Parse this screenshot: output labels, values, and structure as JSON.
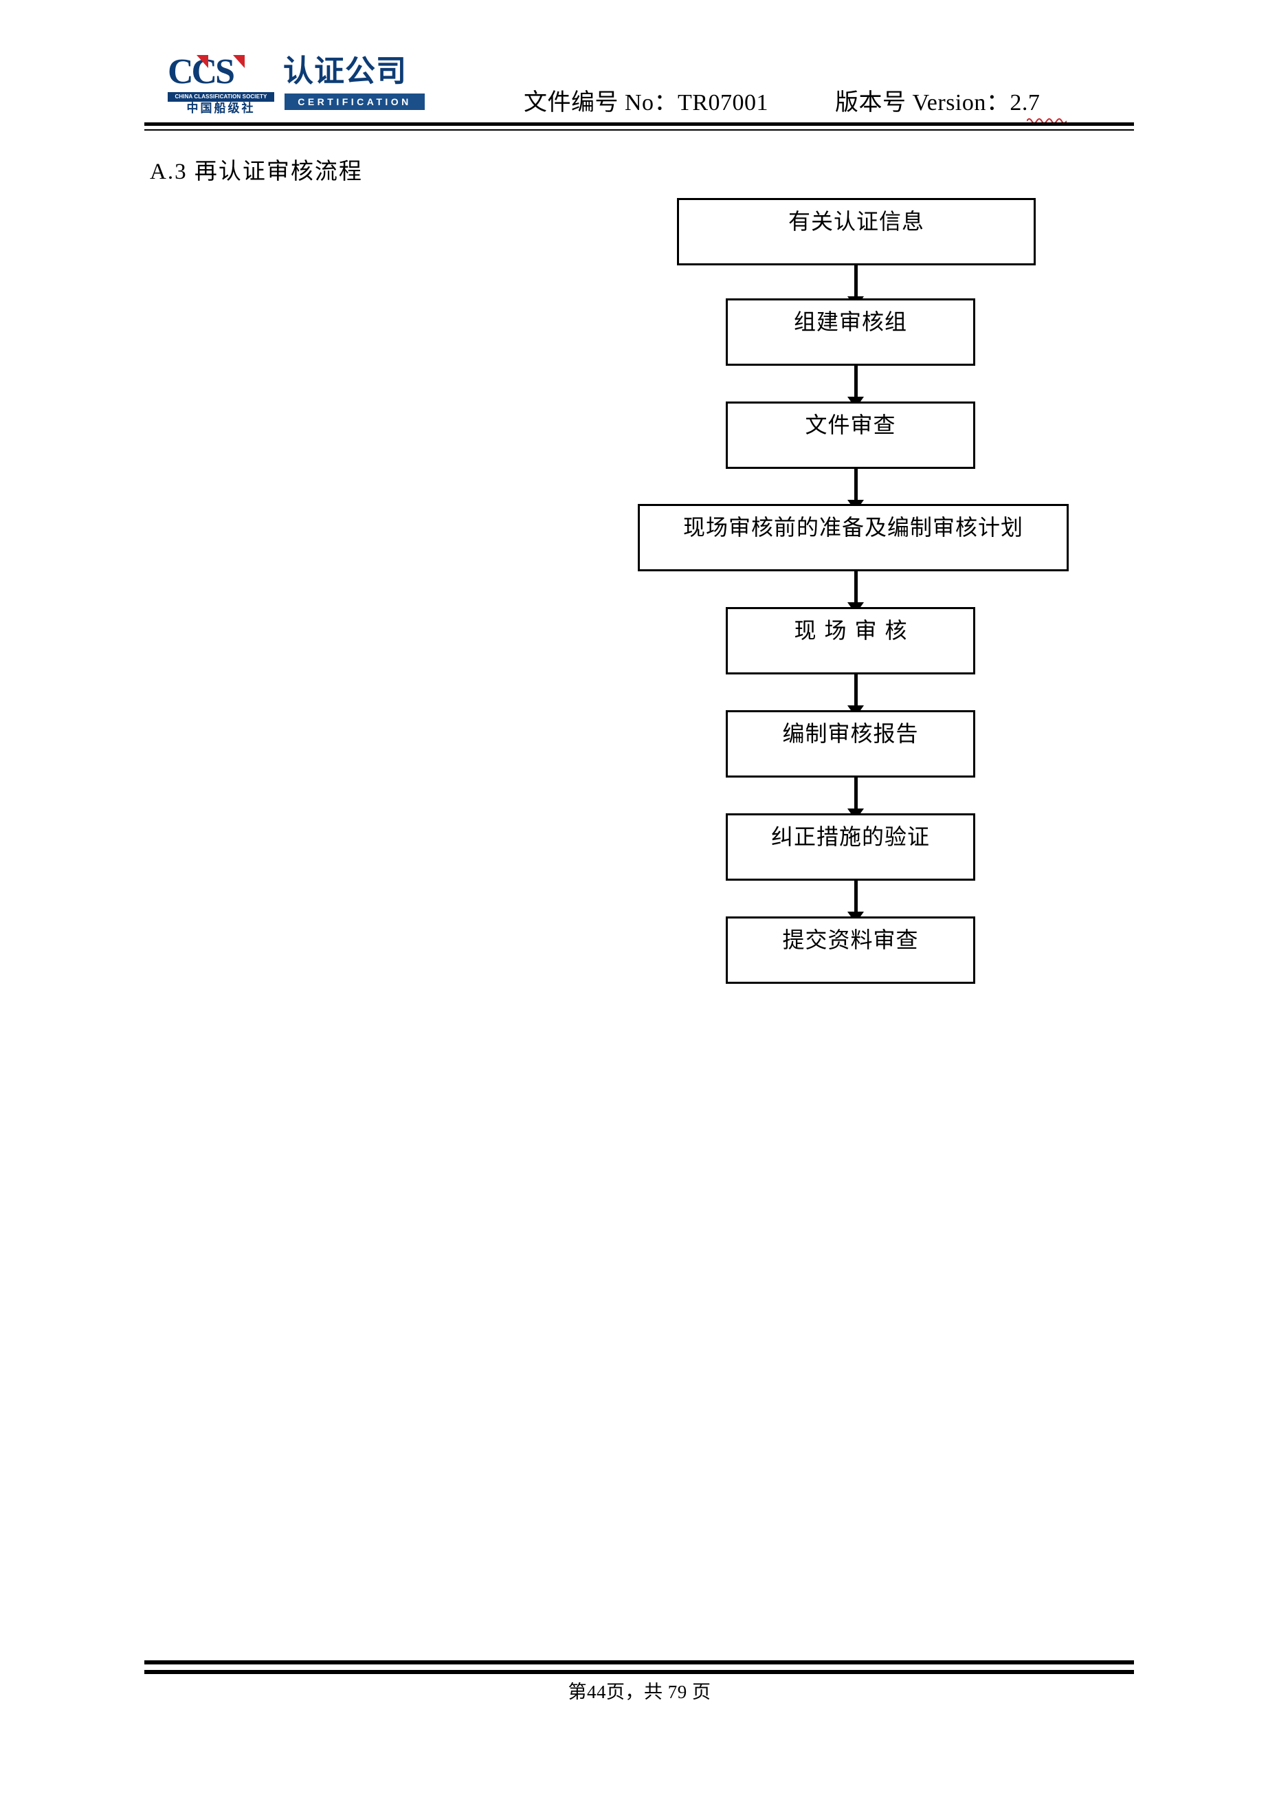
{
  "header": {
    "logo": {
      "mark_text": "CCS",
      "society_banner": "CHINA CLASSIFICATION SOCIETY",
      "society_cn": "中国船级社",
      "company_cn": "认证公司",
      "certification_badge": "CERTIFICATION",
      "brand_color": "#0d3c75",
      "accent_color": "#d2232a",
      "badge_color": "#1b4f8a"
    },
    "doc_no": "文件编号 No：TR07001",
    "version": "版本号 Version：2.7",
    "spellcheck_marker_color": "#d2232a"
  },
  "section": {
    "title": "A.3 再认证审核流程"
  },
  "chart_data": {
    "type": "diagram",
    "title": "A.3 再认证审核流程",
    "orientation": "vertical",
    "nodes": [
      {
        "id": "n1",
        "label": "有关认证信息",
        "shape": "rectangle",
        "spaced": false
      },
      {
        "id": "n2",
        "label": "组建审核组",
        "shape": "rectangle",
        "spaced": false
      },
      {
        "id": "n3",
        "label": "文件审查",
        "shape": "rectangle",
        "spaced": false
      },
      {
        "id": "n4",
        "label": "现场审核前的准备及编制审核计划",
        "shape": "rectangle",
        "spaced": false
      },
      {
        "id": "n5",
        "label": "现场审核",
        "shape": "rectangle",
        "spaced": true
      },
      {
        "id": "n6",
        "label": "编制审核报告",
        "shape": "rectangle",
        "spaced": false
      },
      {
        "id": "n7",
        "label": "纠正措施的验证",
        "shape": "rectangle",
        "spaced": false
      },
      {
        "id": "n8",
        "label": "提交资料审查",
        "shape": "rectangle",
        "spaced": false
      }
    ],
    "edges": [
      {
        "from": "n1",
        "to": "n2",
        "style": "arrow-down"
      },
      {
        "from": "n2",
        "to": "n3",
        "style": "arrow-down"
      },
      {
        "from": "n3",
        "to": "n4",
        "style": "arrow-down"
      },
      {
        "from": "n4",
        "to": "n5",
        "style": "arrow-down"
      },
      {
        "from": "n5",
        "to": "n6",
        "style": "arrow-down"
      },
      {
        "from": "n6",
        "to": "n7",
        "style": "arrow-down"
      },
      {
        "from": "n7",
        "to": "n8",
        "style": "arrow-down"
      }
    ]
  },
  "footer": {
    "page_text": "第44页，共 79 页"
  }
}
